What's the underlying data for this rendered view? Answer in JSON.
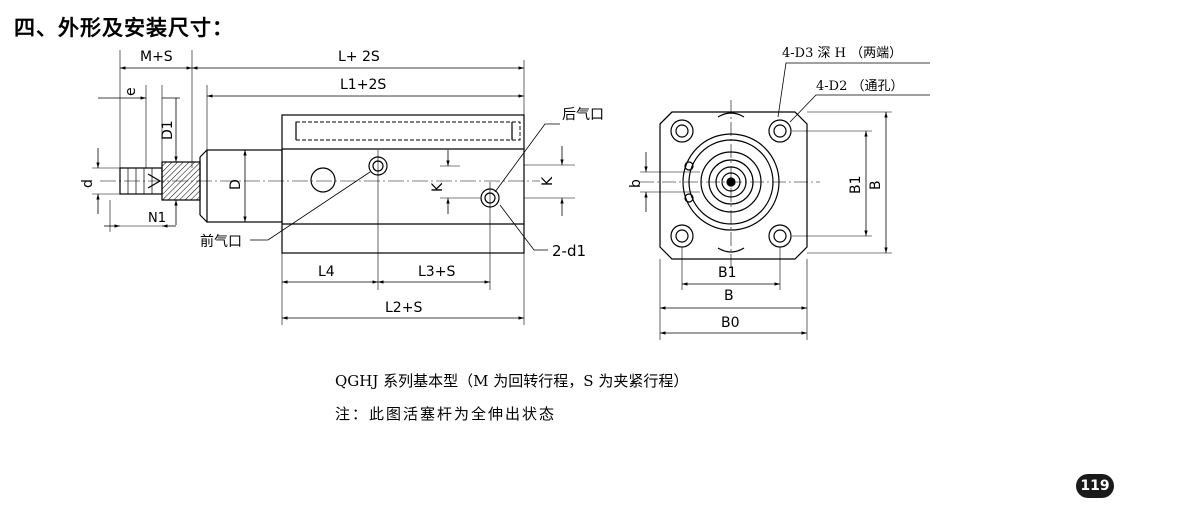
{
  "heading": "四、外形及安装尺寸：",
  "side_view": {
    "dim_top_left": "M+S",
    "dim_top_main": "L+ 2S",
    "dim_second": "L1+2S",
    "dim_e": "e",
    "dim_D1": "D1",
    "dim_D": "D",
    "dim_d": "d",
    "dim_N1": "N1",
    "dim_K1": "K",
    "dim_K2": "K",
    "dim_L4": "L4",
    "dim_L3S": "L3+S",
    "dim_L2S": "L2+S",
    "label_rear_port": "后气口",
    "label_front_port": "前气口",
    "label_2d1": "2-d1"
  },
  "end_view": {
    "label_holes_top": "4-D3 深 H （两端）",
    "label_holes_through": "4-D2 （通孔）",
    "dim_b": "b",
    "dim_B1_vert": "B1",
    "dim_B_vert": "B",
    "dim_B1_horiz": "B1",
    "dim_B_horiz": "B",
    "dim_B0": "B0"
  },
  "caption_line1": "QGHJ 系列基本型（M 为回转行程，S 为夹紧行程）",
  "caption_line2": "注：此图活塞杆为全伸出状态",
  "page_number": "119"
}
